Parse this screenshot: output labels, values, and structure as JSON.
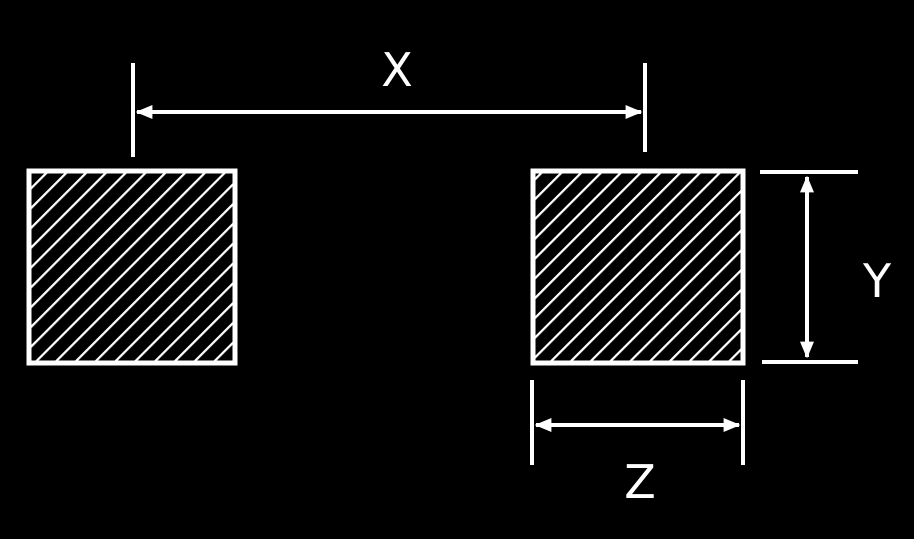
{
  "diagram": {
    "background_color": "#000000",
    "line_color": "#ffffff",
    "hatch_pattern": "diagonal",
    "pads": [
      "left-pad",
      "right-pad"
    ],
    "dimensions": {
      "x_label": "X",
      "y_label": "Y",
      "z_label": "Z"
    }
  }
}
